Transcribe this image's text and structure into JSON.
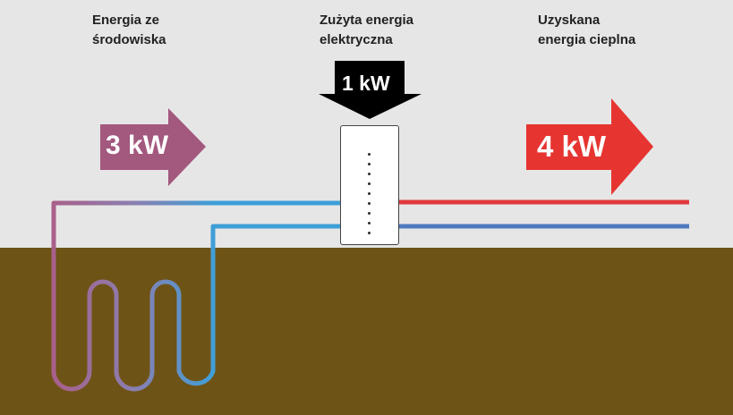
{
  "headings": {
    "environment": [
      "Energia ze",
      "środowiska"
    ],
    "electric": [
      "Zużyta energia",
      "elektryczna"
    ],
    "heat": [
      "Uzyskana",
      "energia cieplna"
    ]
  },
  "power": {
    "environment": "3 kW",
    "electric": "1 kW",
    "heat": "4 kW"
  },
  "colors": {
    "background": "#e6e6e6",
    "ground": "#6e5316",
    "environment_arrow": "#a3587e",
    "electric_arrow": "#000000",
    "heat_arrow": "#e63431",
    "pipe_warm": "#e03a3e",
    "pipe_cold": "#4d79c0",
    "pipe_loop_purple": "#a8608a",
    "pipe_loop_blue": "#3e9fd8"
  },
  "icons": {
    "heat_pump_unit": "heat-pump-icon"
  }
}
